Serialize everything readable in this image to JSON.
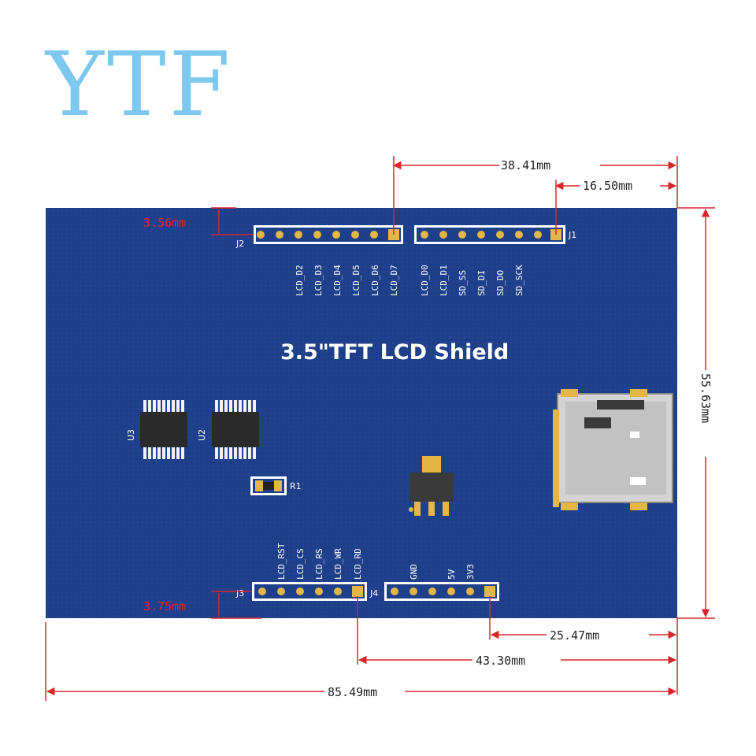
{
  "brand": {
    "logo_text": "YTF",
    "logo_color": "#7cc8ee"
  },
  "board": {
    "title": "3.5\"TFT LCD Shield",
    "color": "#1e3f8a",
    "headers": {
      "j2": {
        "ref": "J2",
        "pins": [
          "LCD_D2",
          "LCD_D3",
          "LCD_D4",
          "LCD_D5",
          "LCD_D6",
          "LCD_D7"
        ]
      },
      "j1": {
        "ref": "J1",
        "pins": [
          "LCD_D0",
          "LCD_D1",
          "SD_SS",
          "SD_DI",
          "SD_DO",
          "SD_SCK"
        ]
      },
      "j3": {
        "ref": "J3",
        "pins": [
          "LCD_RST",
          "LCD_CS",
          "LCD_RS",
          "LCD_WR",
          "LCD_RD"
        ]
      },
      "j4": {
        "ref": "J4",
        "pins": [
          "GND",
          "5V",
          "3V3"
        ]
      }
    },
    "components": {
      "u3": "U3",
      "u2": "U2",
      "r1": "R1"
    }
  },
  "dimensions": {
    "width_total": "85.49mm",
    "height_total": "55.63mm",
    "j2_to_j1_span": "38.41mm",
    "j1_offset": "16.50mm",
    "j3_span": "43.30mm",
    "j4_offset": "25.47mm",
    "top_margin": "3.56mm",
    "bottom_margin": "3.75mm",
    "line_color": "#d9262c"
  }
}
